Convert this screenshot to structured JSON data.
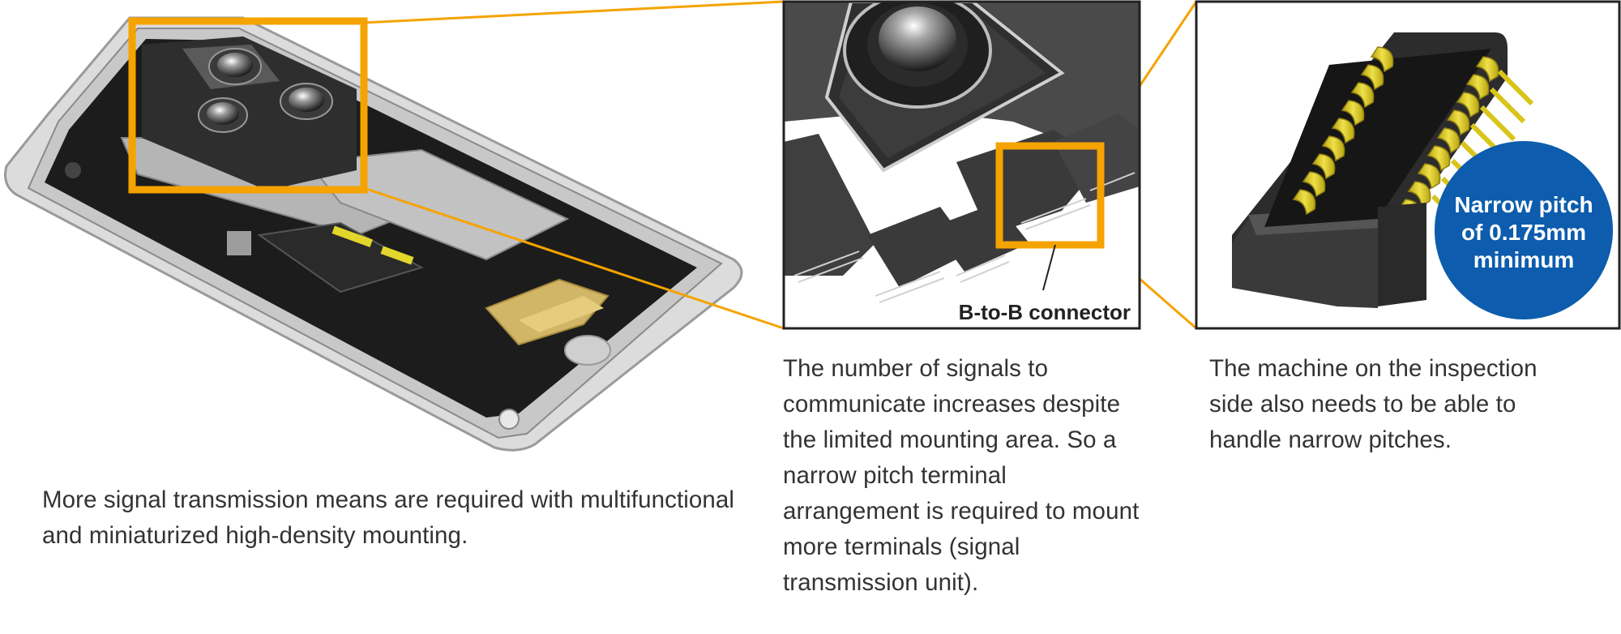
{
  "colors": {
    "accent_orange": "#f5a300",
    "badge_blue": "#0d5cad",
    "connector_gold": "#d9c51a"
  },
  "illustrations": {
    "phone": "smartphone-interior-illustration",
    "camera": "camera-module-closeup",
    "connector": "b-to-b-connector-closeup"
  },
  "labels": {
    "connector_label": "B-to-B connector",
    "badge_line1": "Narrow pitch",
    "badge_line2": "of 0.175mm",
    "badge_line3": "minimum"
  },
  "captions": {
    "phone": "More signal transmission means are required with multifunctional and miniaturized high-density mounting.",
    "camera": "The number of signals to communicate increases despite the limited mounting area. So a narrow pitch terminal arrangement is required to mount more terminals (signal transmission unit).",
    "connector": "The machine on the inspection side also needs to be able to handle narrow pitches."
  }
}
